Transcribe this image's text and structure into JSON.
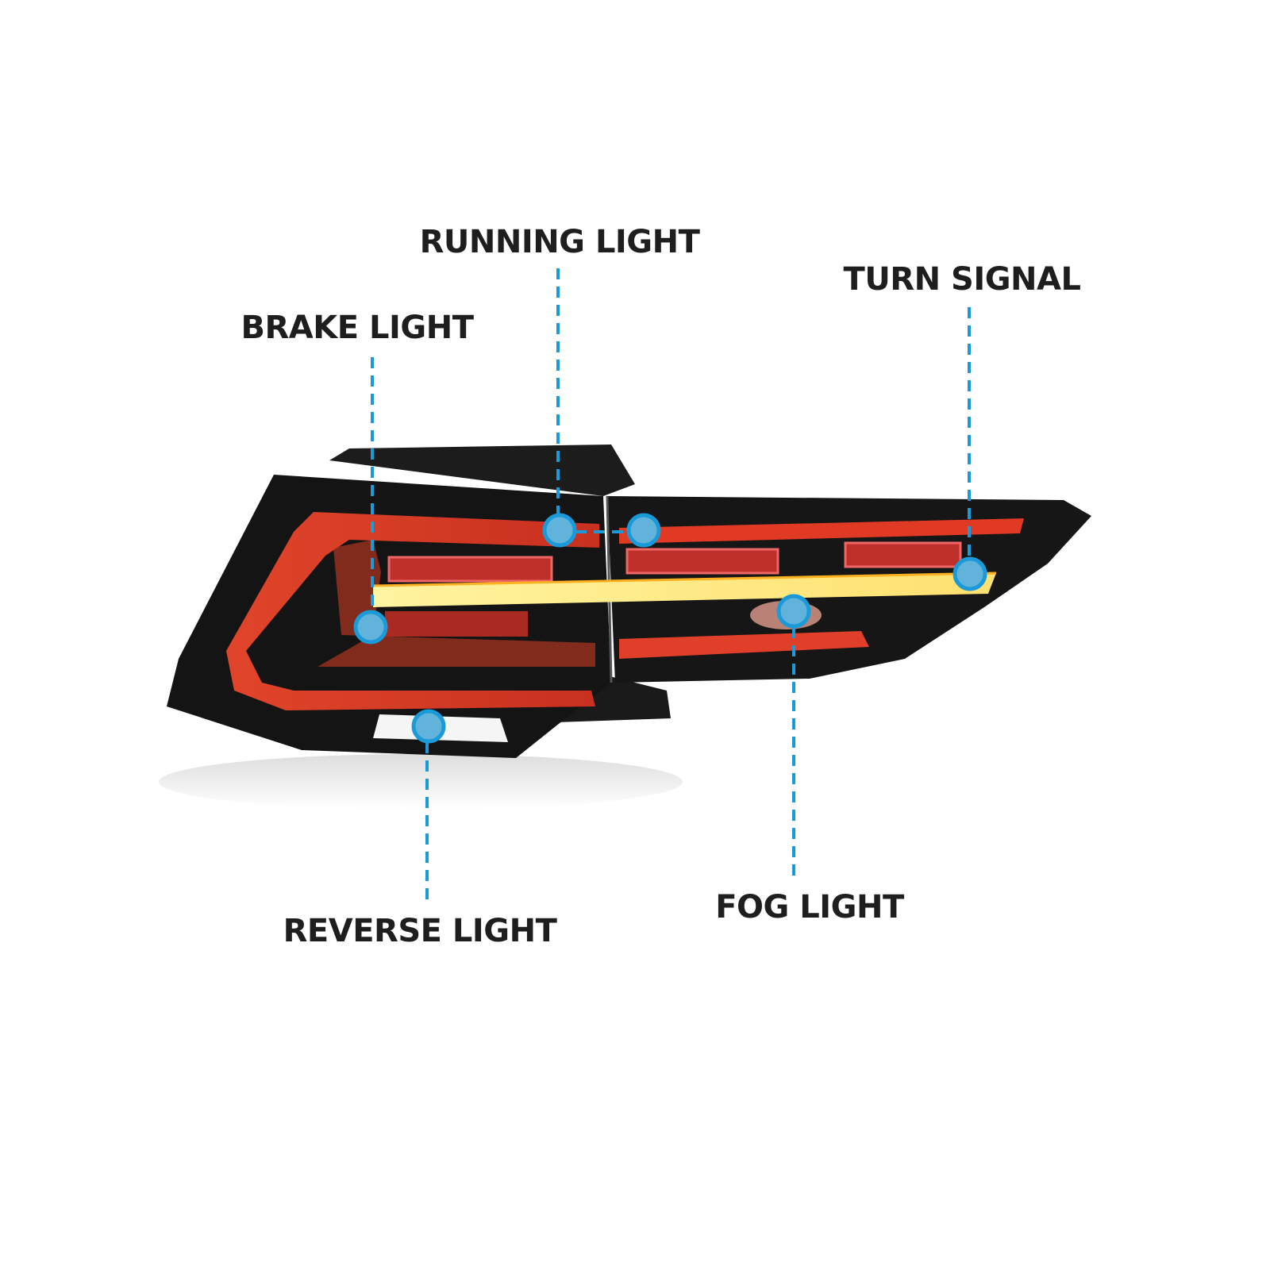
{
  "labels": {
    "running_light": "RUNNING LIGHT",
    "turn_signal": "TURN SIGNAL",
    "brake_light": "BRAKE LIGHT",
    "reverse_light": "REVERSE LIGHT",
    "fog_light": "FOG LIGHT"
  },
  "colors": {
    "callout_line": "#1a9ad8",
    "callout_dot_fill": "#62b3dc",
    "text": "#1e1e1e"
  }
}
